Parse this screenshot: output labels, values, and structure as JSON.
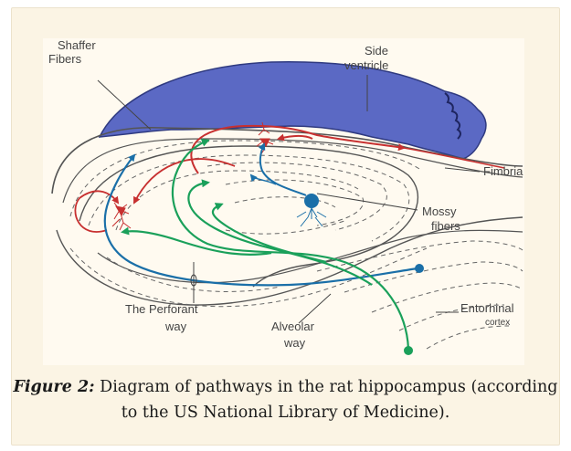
{
  "labels": {
    "shaffer_line1": "Shaffer",
    "shaffer_line2": "Fibers",
    "side_line1": "Side",
    "side_line2": "ventricle",
    "fimbria": "Fimbria",
    "mossy_line1": "Mossy",
    "mossy_line2": "fibers",
    "entorhinal": "Entorhinal",
    "cortex": "cortex",
    "perforant_line1": "The Perforant",
    "perforant_line2": "way",
    "alveolar_line1": "Alveolar",
    "alveolar_line2": "way"
  },
  "caption": {
    "figure_label": "Figure 2:",
    "text": " Diagram of pathways in the rat hippocampus (according to the US National Library of Medicine)."
  },
  "colors": {
    "ventricle": "#5b69c4",
    "schaffer_path": "#c73030",
    "perforant_path": "#1a6fa8",
    "alveolar_path": "#1aa05a",
    "outline": "#555555"
  }
}
